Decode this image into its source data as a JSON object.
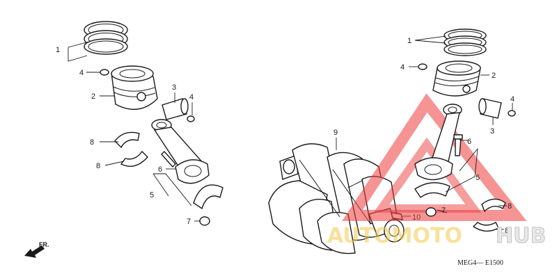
{
  "diagram": {
    "part_numbers": {
      "piston_rings": "1",
      "piston": "2",
      "piston_pin": "3",
      "pin_clip": "4",
      "connecting_rod": "5",
      "rod_bolt": "6",
      "rod_nut": "7",
      "rod_bearing": "8",
      "crankshaft": "9",
      "key": "10"
    },
    "front_indicator": "FR.",
    "drawing_code": "MEG4— E1500",
    "watermark": {
      "brand_part_1": "AUTOMOTO",
      "brand_part_2": "HUB",
      "colors": {
        "triangle": "#ee3b3b",
        "auto": "#f2c94c",
        "hub": "#e0e0e0"
      }
    }
  }
}
